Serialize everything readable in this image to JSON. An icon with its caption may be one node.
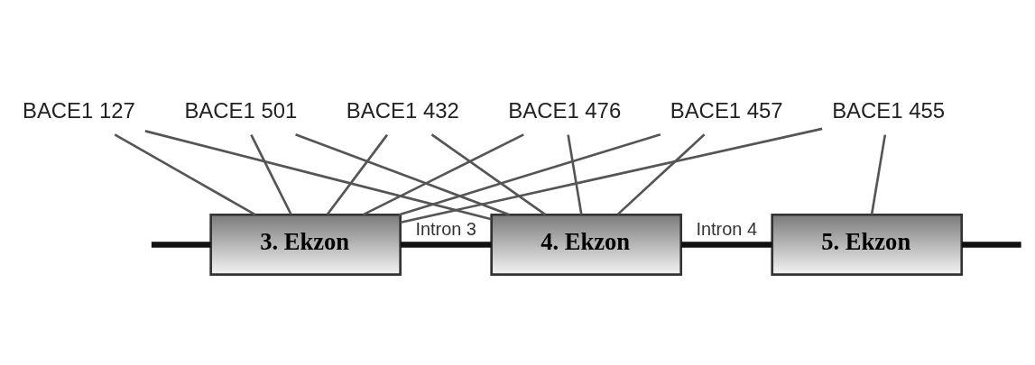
{
  "diagram": {
    "nodes": [
      {
        "text": [
          "BACE1 127"
        ]
      },
      {
        "text": [
          "BACE1 501"
        ]
      },
      {
        "text": [
          "BACE1 455"
        ]
      },
      {
        "text": [
          "3. Ekzon"
        ]
      },
      {
        "text": [
          "4. Ekzon"
        ]
      },
      {
        "text": [
          "5. Ekzon"
        ]
      },
      {
        "text": [
          "BACE1 432"
        ]
      },
      {
        "text": [
          "BACE1 457"
        ]
      },
      {
        "text": [
          "BACE1 476"
        ]
      }
    ],
    "edges": [
      {
        "from": null,
        "to": 3,
        "arrow": "none",
        "style": "thick",
        "color": "#111111"
      },
      {
        "from": 3,
        "to": 4,
        "arrow": "none",
        "label": "Intron 3",
        "style": "thick",
        "color": "#111111"
      },
      {
        "from": 4,
        "to": 5,
        "arrow": "none",
        "label": "Intron 4",
        "style": "thick",
        "color": "#111111"
      },
      {
        "from": 5,
        "to": null,
        "arrow": "none",
        "style": "thick",
        "color": "#111111"
      },
      {
        "from": 0,
        "to": 3,
        "arrow": "none"
      },
      {
        "from": 0,
        "to": 4,
        "arrow": "none"
      },
      {
        "from": 1,
        "to": 3,
        "arrow": "none"
      },
      {
        "from": 1,
        "to": 4,
        "arrow": "none"
      },
      {
        "from": 2,
        "to": 3,
        "arrow": "none"
      },
      {
        "from": 2,
        "to": 5,
        "arrow": "none"
      },
      {
        "from": 6,
        "to": 3,
        "arrow": "none"
      },
      {
        "from": 6,
        "to": 4,
        "arrow": "none"
      },
      {
        "from": 7,
        "to": 3,
        "arrow": "none"
      },
      {
        "from": 7,
        "to": 4,
        "arrow": "none"
      },
      {
        "from": 8,
        "to": 3,
        "arrow": "none"
      },
      {
        "from": 8,
        "to": 4,
        "arrow": "none"
      }
    ]
  }
}
